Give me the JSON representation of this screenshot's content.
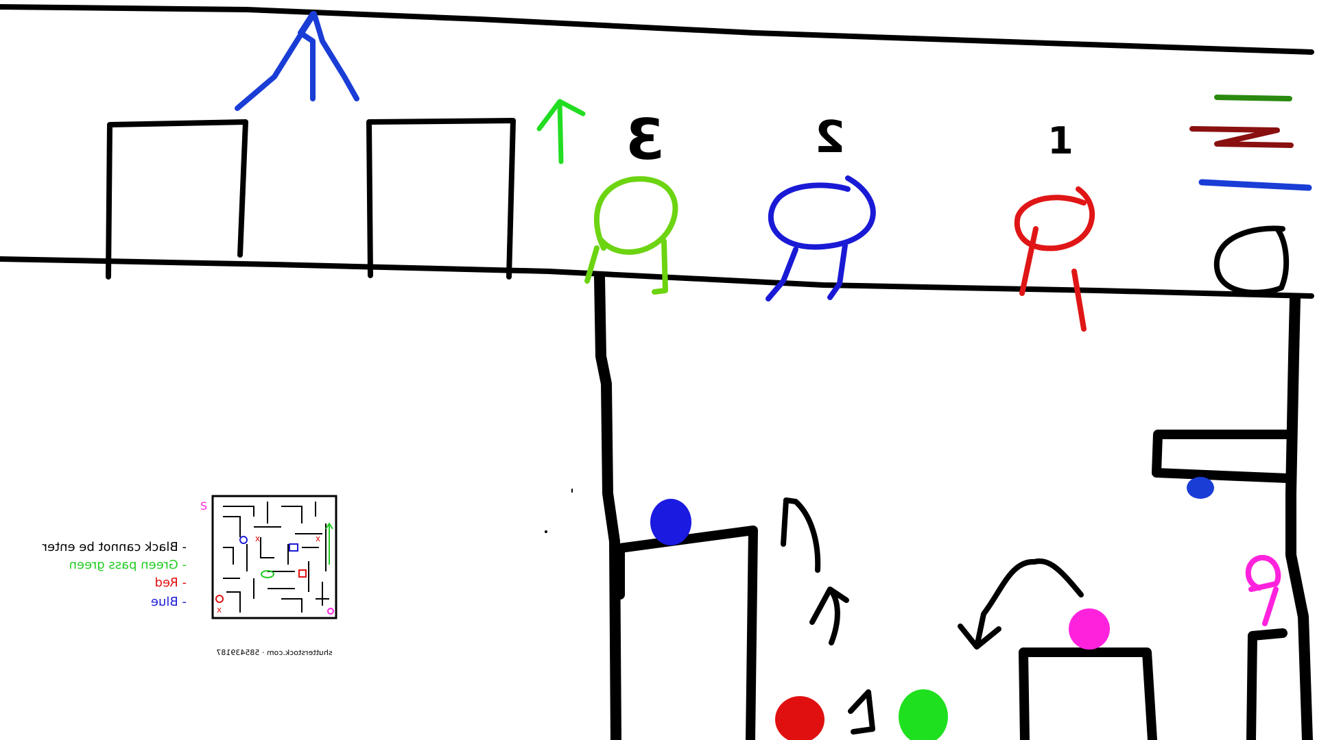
{
  "colors": {
    "black": "#000000",
    "blue": "#1a1ad6",
    "red": "#e01010",
    "lime": "#66dd11",
    "green": "#1fe01f",
    "dark_green": "#2a8a10",
    "maroon": "#8a1010",
    "magenta": "#ff22dd"
  },
  "slots": {
    "slot_3": "3",
    "slot_2": "2",
    "slot_1": "1"
  },
  "maze_legend": {
    "line_black": "- Black cannot be enter",
    "line_green": "- Green pass green",
    "line_red": "- Red",
    "line_blue": "- Blue",
    "corner_label": "S",
    "watermark": "shutterstock.com · 585439187"
  },
  "icons": [
    "blue-arrow-icon",
    "green-up-arrow-icon",
    "black-up-arrow-icon",
    "black-curved-arrow-icon",
    "black-down-left-arrow-icon"
  ]
}
